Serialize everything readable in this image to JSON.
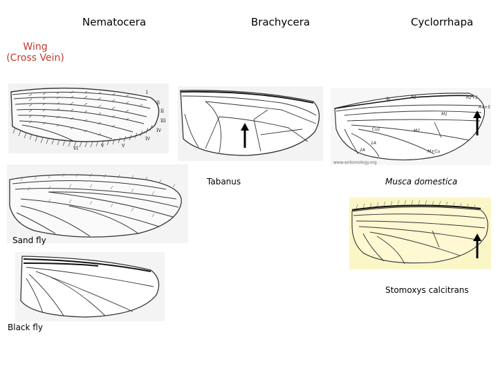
{
  "headers": {
    "nematocera": "Nematocera",
    "brachycera": "Brachycera",
    "cyclorrhapa": "Cyclorrhapa"
  },
  "side_label": {
    "line1": "Wing",
    "line2": "(Cross Vein)",
    "color": "#c0392b"
  },
  "captions": {
    "sand_fly": "Sand fly",
    "black_fly": "Black fly",
    "tabanus": "Tabanus",
    "musca": "Musca domestica",
    "stomoxys": "Stomoxys calcitrans"
  },
  "mosquito_vein_labels": [
    "i",
    "ii",
    "ii",
    "iii",
    "iv",
    "iv",
    "v",
    "v",
    "vi"
  ],
  "musca_vein_labels": [
    "Sc",
    "R1",
    "R2+3",
    "R4+5",
    "M1",
    "M2",
    "Cu1",
    "1A",
    "2A",
    "M+Cu"
  ],
  "stomoxys_panel_color": "#fbf6c6",
  "watermark": "www.entomology.org"
}
